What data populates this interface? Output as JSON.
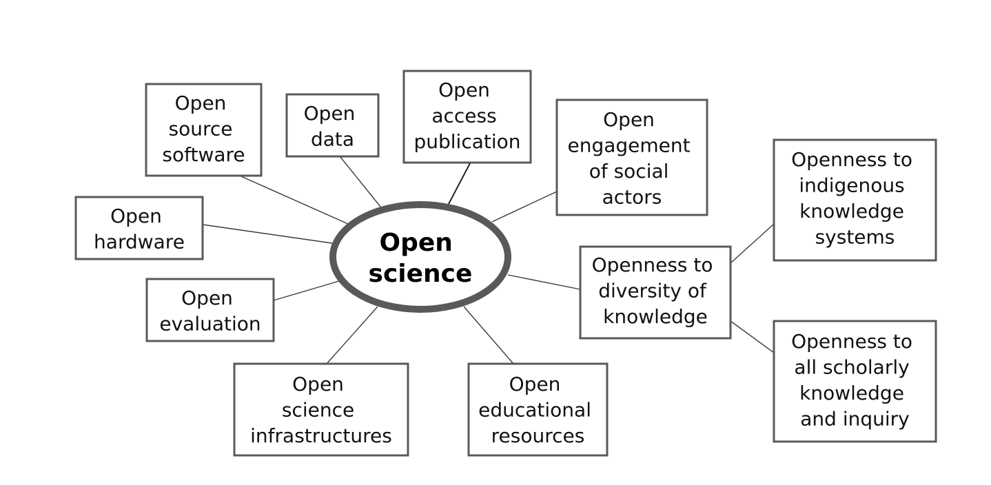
{
  "diagram": {
    "center": {
      "lines": [
        "Open",
        "science"
      ]
    },
    "nodes": {
      "open_source_software": {
        "lines": [
          "Open",
          "source",
          "software"
        ]
      },
      "open_data": {
        "lines": [
          "Open",
          "data"
        ]
      },
      "open_access_publication": {
        "lines": [
          "Open",
          "access",
          "publication"
        ]
      },
      "open_engagement": {
        "lines": [
          "Open",
          "engagement",
          "of social",
          "actors"
        ]
      },
      "open_hardware": {
        "lines": [
          "Open",
          "hardware"
        ]
      },
      "open_evaluation": {
        "lines": [
          "Open",
          "evaluation"
        ]
      },
      "open_science_infrastructures": {
        "lines": [
          "Open",
          "science",
          "infrastructures"
        ]
      },
      "open_educational_resources": {
        "lines": [
          "Open",
          "educational",
          "resources"
        ]
      },
      "openness_diversity": {
        "lines": [
          "Openness to",
          "diversity of",
          "knowledge"
        ]
      },
      "openness_indigenous": {
        "lines": [
          "Openness to",
          "indigenous",
          "knowledge",
          "systems"
        ]
      },
      "openness_scholarly": {
        "lines": [
          "Openness to",
          "all scholarly",
          "knowledge",
          "and inquiry"
        ]
      }
    }
  },
  "colors": {
    "box_border": "#595959",
    "line": "#3a3a3a",
    "text": "#111111"
  }
}
